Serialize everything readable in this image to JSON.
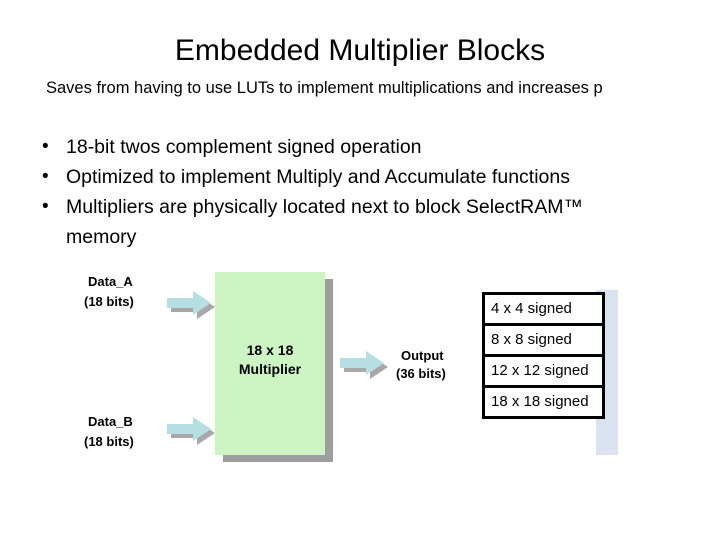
{
  "slide": {
    "title": "Embedded Multiplier Blocks",
    "subtitle": "Saves from having to use LUTs to implement multiplications and increases p",
    "bullets": [
      {
        "marker": "•",
        "text": "18-bit twos complement signed operation"
      },
      {
        "marker": "•",
        "text": "Optimized to implement Multiply and Accumulate functions"
      },
      {
        "marker": "•",
        "text": "Multipliers are physically located next to block SelectRAM™ memory"
      }
    ]
  },
  "diagram": {
    "input_a": {
      "name": "Data_A",
      "width": "(18 bits)"
    },
    "input_b": {
      "name": "Data_B",
      "width": "(18 bits)"
    },
    "block": {
      "line1": "18 x 18",
      "line2": "Multiplier"
    },
    "output": {
      "name": "Output",
      "width": "(36 bits)"
    },
    "arrow_icon": "right-arrow-icon",
    "colors": {
      "block_fill": "#ccf5c3",
      "block_shadow": "#9e9e9e",
      "arrow_fill": "#b6dfe4",
      "arrow_shadow": "#a8a8a8",
      "table_shadow": "#d9e4f0",
      "table_border": "#000000"
    }
  },
  "size_table": {
    "rows": [
      "4 x 4 signed",
      "8 x 8 signed",
      "12 x 12 signed",
      "18 x 18 signed"
    ]
  }
}
